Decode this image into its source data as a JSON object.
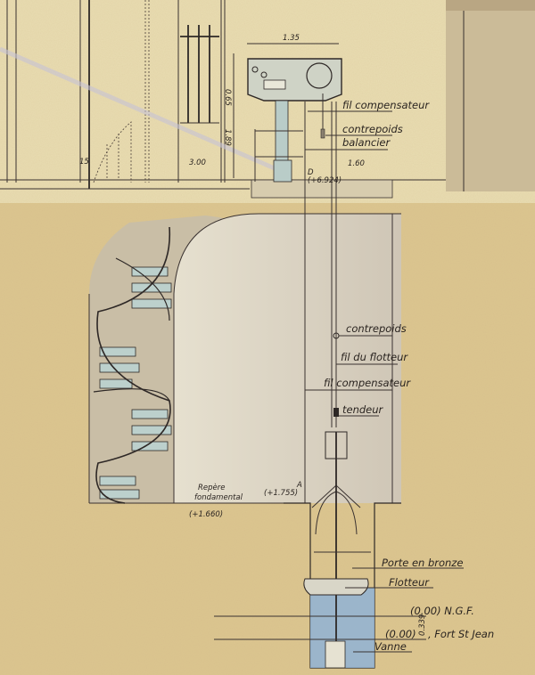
{
  "drawing": {
    "dimensions": {
      "width_top": "1.35",
      "height_upper": "0.65",
      "height_lower": "1.89",
      "wall": "15",
      "room_height": "3.00",
      "offset": "1.60",
      "shaft_label": "0.339"
    },
    "labels": {
      "fil_compensateur_top": "fil compensateur",
      "contrepoids_balancier_1": "contrepoids",
      "contrepoids_balancier_2": "balancier",
      "point_d": "D",
      "point_d_level": "(+6.924)",
      "contrepoids": "contrepoids",
      "fil_du_flotteur": "fil du flotteur",
      "fil_compensateur": "fil compensateur",
      "tendeur": "tendeur",
      "repere_1": "Repère",
      "repere_2": "fondamental",
      "repere_level": "(+1.660)",
      "point_a_level": "(+1.755)",
      "point_a": "A",
      "porte": "Porte en bronze",
      "flotteur": "Flotteur",
      "ngf": "(0.00) N.G.F.",
      "fort_level": "(0.00)",
      "fort": ", Fort St Jean",
      "vanne": "Vanne"
    },
    "colors": {
      "paper": "#e9ddb2",
      "earth": "#dcc690",
      "room": "#ddd6c4",
      "water": "#8fb3d6",
      "equipment": "#b9ccc8"
    }
  }
}
